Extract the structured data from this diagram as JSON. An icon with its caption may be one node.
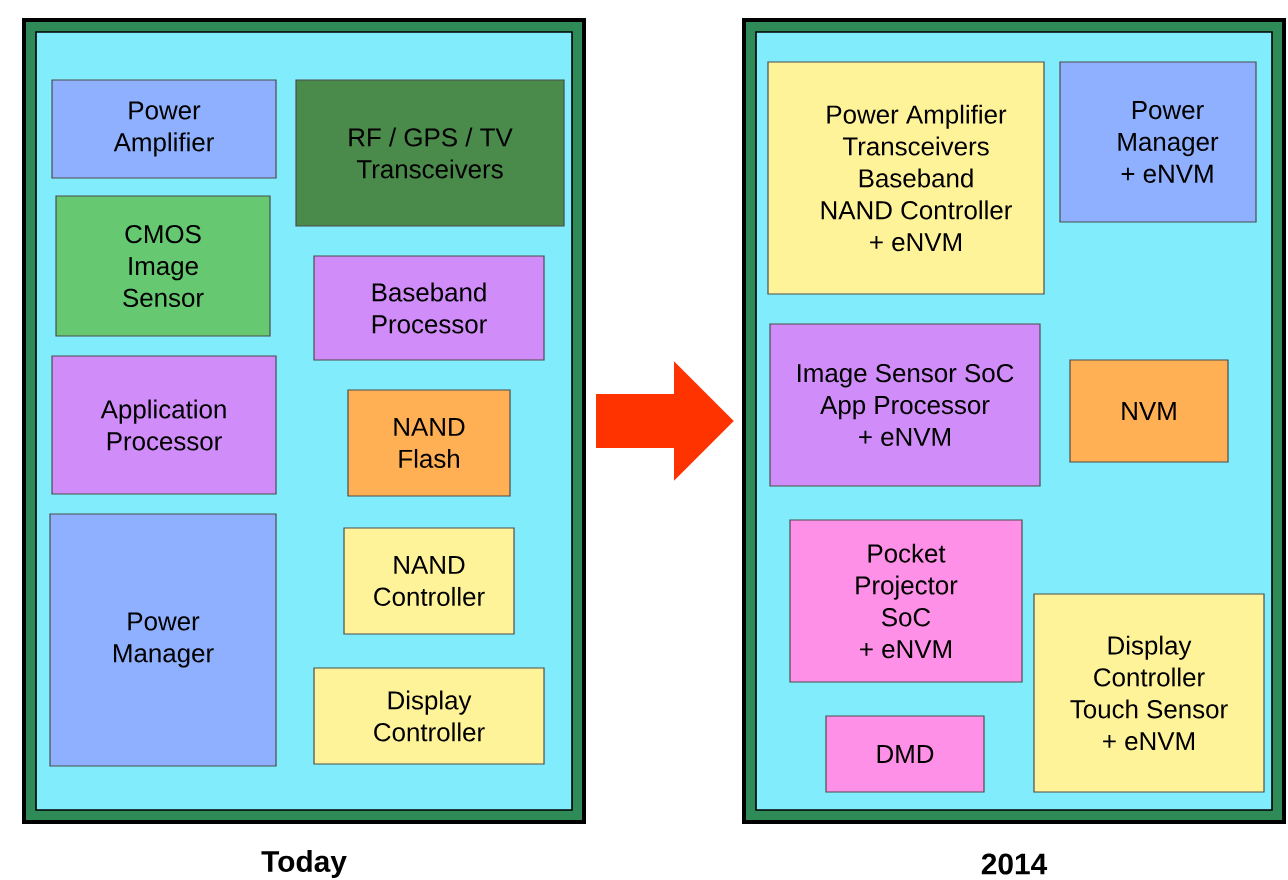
{
  "diagram": {
    "nodes": [
      {
        "text": [],
        "shape": "box",
        "beside": [
          "Today"
        ]
      },
      {
        "text": [
          "Power Amplifier"
        ],
        "in": 0
      },
      {
        "text": [
          "RF / GPS / TV Transceivers"
        ],
        "in": 0
      },
      {
        "text": [
          "CMOS Image Sensor"
        ],
        "in": 0
      },
      {
        "text": [
          "Baseband Processor"
        ],
        "in": 0
      },
      {
        "text": [
          "Application Processor"
        ],
        "in": 0
      },
      {
        "text": [
          "NAND Flash"
        ],
        "in": 0
      },
      {
        "text": [
          "Power Manager"
        ],
        "in": 0
      },
      {
        "text": [
          "NAND Controller"
        ],
        "in": 0
      },
      {
        "text": [
          "Display Controller"
        ],
        "in": 0
      },
      {
        "text": [],
        "shape": "box",
        "beside": [
          "2014"
        ]
      },
      {
        "text": [
          "Power Amplifier Transceivers Baseband NAND Controller + eNVM"
        ],
        "in": 10
      },
      {
        "text": [
          "Power Manager + eNVM"
        ],
        "in": 10
      },
      {
        "text": [
          "Image Sensor SoC App Processor + eNVM"
        ],
        "in": 10
      },
      {
        "text": [
          "NVM"
        ],
        "in": 10
      },
      {
        "text": [
          "Pocket Projector SoC + eNVM"
        ],
        "in": 10
      },
      {
        "text": [
          "Display Controller Touch Sensor + eNVM"
        ],
        "in": 10
      },
      {
        "text": [
          "DMD"
        ],
        "in": 10
      }
    ],
    "edges": [
      {
        "from": 0,
        "to": 10,
        "arrow": "to"
      }
    ]
  }
}
